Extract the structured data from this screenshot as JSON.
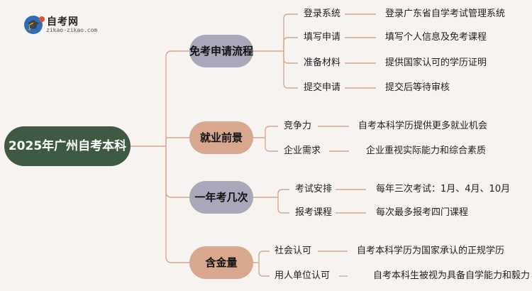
{
  "logo": {
    "title": "自考网",
    "subtitle": "zikao-zikao.com",
    "icon": "graduation-cap-icon"
  },
  "root": {
    "label": "2025年广州自考本科"
  },
  "branches": [
    {
      "label": "免考申请流程",
      "items": [
        {
          "key": "登录系统",
          "value": "登录广东省自学考试管理系统"
        },
        {
          "key": "填写申请",
          "value": "填写个人信息及免考课程"
        },
        {
          "key": "准备材料",
          "value": "提供国家认可的学历证明"
        },
        {
          "key": "提交申请",
          "value": "提交后等待审核"
        }
      ]
    },
    {
      "label": "就业前景",
      "items": [
        {
          "key": "竞争力",
          "value": "自考本科学历提供更多就业机会"
        },
        {
          "key": "企业需求",
          "value": "企业重视实际能力和综合素质"
        }
      ]
    },
    {
      "label": "一年考几次",
      "items": [
        {
          "key": "考试安排",
          "value": "每年三次考试：1月、4月、10月"
        },
        {
          "key": "报考课程",
          "value": "每次最多报考四门课程"
        }
      ]
    },
    {
      "label": "含金量",
      "items": [
        {
          "key": "社会认可",
          "value": "自考本科学历为国家承认的正规学历"
        },
        {
          "key": "用人单位认可",
          "value": "自考本科生被视为具备自学能力和毅力"
        }
      ]
    }
  ],
  "colors": {
    "background": "#f6f3f1",
    "root": "#3f5a44",
    "branch_purple": "#a9a7ba",
    "branch_orange": "#d9a78d",
    "line": "#d9a78d"
  }
}
